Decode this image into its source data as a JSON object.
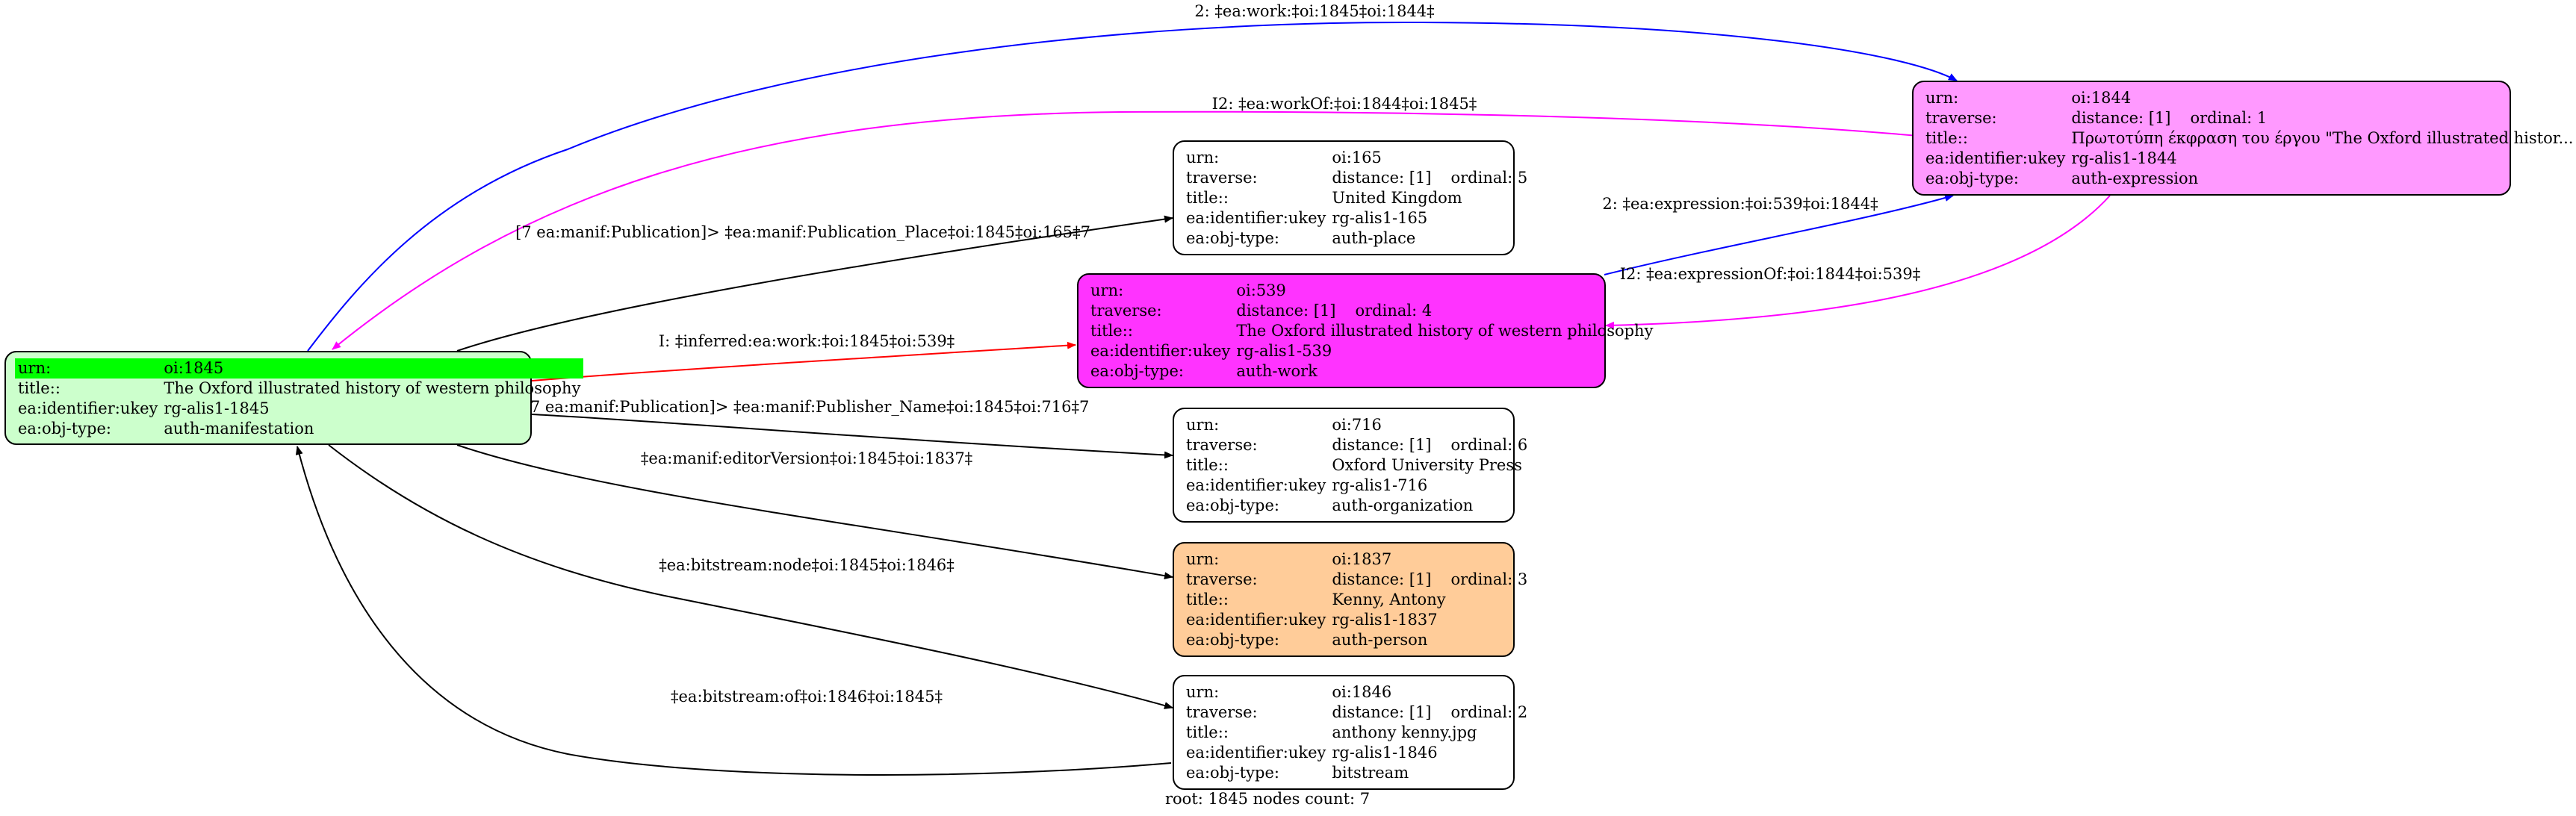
{
  "colors": {
    "root_fill": "#ccffcc",
    "root_highlight": "#00ff00",
    "expression_fill": "#ff99ff",
    "work_fill": "#ff33ff",
    "person_fill": "#ffcc99",
    "plain_fill": "#ffffff",
    "edge_black": "#000000",
    "edge_blue": "#0000ff",
    "edge_magenta": "#ff00ff",
    "edge_red": "#ff0000"
  },
  "nodes": {
    "n1845": {
      "rows": [
        {
          "key": "urn:",
          "value": "oi:1845"
        },
        {
          "key": "title::",
          "value": "The Oxford illustrated history of western philosophy"
        },
        {
          "key": "ea:identifier:ukey",
          "value": "rg-alis1-1845"
        },
        {
          "key": "ea:obj-type:",
          "value": "auth-manifestation"
        }
      ]
    },
    "n1844": {
      "rows": [
        {
          "key": "urn:",
          "value": "oi:1844"
        },
        {
          "key": "traverse:",
          "value": "distance: [1]",
          "value2": "ordinal: 1"
        },
        {
          "key": "title::",
          "value": "Πρωτοτύπη έκφραση του έργου \"The Oxford illustrated histor..."
        },
        {
          "key": "ea:identifier:ukey",
          "value": "rg-alis1-1844"
        },
        {
          "key": "ea:obj-type:",
          "value": "auth-expression"
        }
      ]
    },
    "n165": {
      "rows": [
        {
          "key": "urn:",
          "value": "oi:165"
        },
        {
          "key": "traverse:",
          "value": "distance: [1]",
          "value2": "ordinal: 5"
        },
        {
          "key": "title::",
          "value": "United Kingdom"
        },
        {
          "key": "ea:identifier:ukey",
          "value": "rg-alis1-165"
        },
        {
          "key": "ea:obj-type:",
          "value": "auth-place"
        }
      ]
    },
    "n539": {
      "rows": [
        {
          "key": "urn:",
          "value": "oi:539"
        },
        {
          "key": "traverse:",
          "value": "distance: [1]",
          "value2": "ordinal: 4"
        },
        {
          "key": "title::",
          "value": "The Oxford illustrated history of western philosophy"
        },
        {
          "key": "ea:identifier:ukey",
          "value": "rg-alis1-539"
        },
        {
          "key": "ea:obj-type:",
          "value": "auth-work"
        }
      ]
    },
    "n716": {
      "rows": [
        {
          "key": "urn:",
          "value": "oi:716"
        },
        {
          "key": "traverse:",
          "value": "distance: [1]",
          "value2": "ordinal: 6"
        },
        {
          "key": "title::",
          "value": "Oxford University Press"
        },
        {
          "key": "ea:identifier:ukey",
          "value": "rg-alis1-716"
        },
        {
          "key": "ea:obj-type:",
          "value": "auth-organization"
        }
      ]
    },
    "n1837": {
      "rows": [
        {
          "key": "urn:",
          "value": "oi:1837"
        },
        {
          "key": "traverse:",
          "value": "distance: [1]",
          "value2": "ordinal: 3"
        },
        {
          "key": "title::",
          "value": "Kenny, Antony"
        },
        {
          "key": "ea:identifier:ukey",
          "value": "rg-alis1-1837"
        },
        {
          "key": "ea:obj-type:",
          "value": "auth-person"
        }
      ]
    },
    "n1846": {
      "rows": [
        {
          "key": "urn:",
          "value": "oi:1846"
        },
        {
          "key": "traverse:",
          "value": "distance: [1]",
          "value2": "ordinal: 2"
        },
        {
          "key": "title::",
          "value": "anthony kenny.jpg"
        },
        {
          "key": "ea:identifier:ukey",
          "value": "rg-alis1-1846"
        },
        {
          "key": "ea:obj-type:",
          "value": "bitstream"
        }
      ]
    }
  },
  "edges": {
    "work": "2: ‡ea:work:‡oi:1845‡oi:1844‡",
    "workOf": "I2: ‡ea:workOf:‡oi:1844‡oi:1845‡",
    "place": "[7 ea:manif:Publication]> ‡ea:manif:Publication_Place‡oi:1845‡oi:165‡7",
    "expression": "2: ‡ea:expression:‡oi:539‡oi:1844‡",
    "expressionOf": "I2: ‡ea:expressionOf:‡oi:1844‡oi:539‡",
    "inferred": "I: ‡inferred:ea:work:‡oi:1845‡oi:539‡",
    "publisher": "[7 ea:manif:Publication]> ‡ea:manif:Publisher_Name‡oi:1845‡oi:716‡7",
    "editor": "‡ea:manif:editorVersion‡oi:1845‡oi:1837‡",
    "bitstreamNode": "‡ea:bitstream:node‡oi:1845‡oi:1846‡",
    "bitstreamOf": "‡ea:bitstream:of‡oi:1846‡oi:1845‡"
  },
  "caption": "root: 1845 nodes count: 7"
}
